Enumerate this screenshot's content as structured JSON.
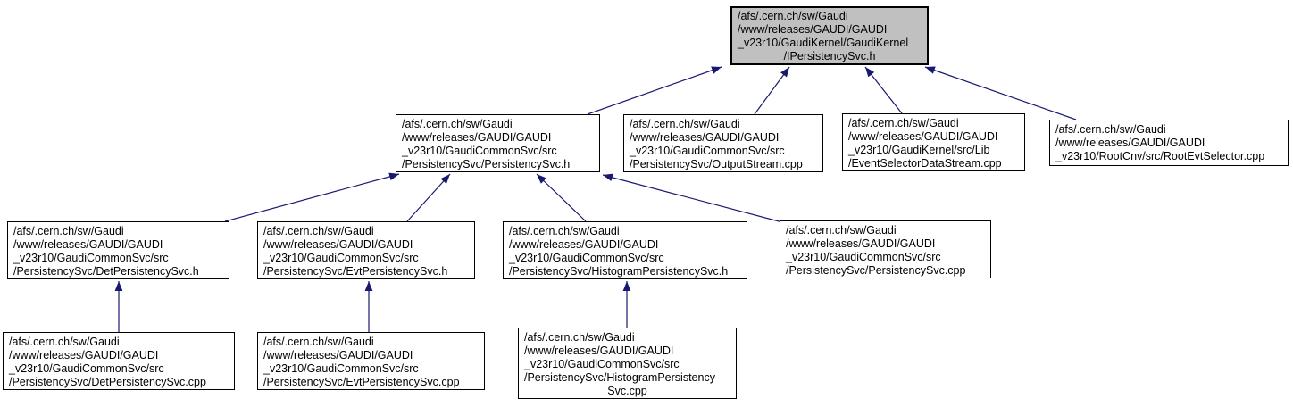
{
  "colors": {
    "edge": "#191970",
    "node_border": "#000000",
    "node_fill": "#ffffff",
    "root_fill": "#c0c0c0",
    "background": "#ffffff"
  },
  "nodes": [
    {
      "id": "ipersistencysvc-h",
      "lines": [
        "/afs/.cern.ch/sw/Gaudi",
        "/www/releases/GAUDI/GAUDI",
        "_v23r10/GaudiKernel/GaudiKernel",
        "/IPersistencySvc.h"
      ]
    },
    {
      "id": "persistencysvc-h",
      "lines": [
        "/afs/.cern.ch/sw/Gaudi",
        "/www/releases/GAUDI/GAUDI",
        "_v23r10/GaudiCommonSvc/src",
        "/PersistencySvc/PersistencySvc.h"
      ]
    },
    {
      "id": "outputstream-cpp",
      "lines": [
        "/afs/.cern.ch/sw/Gaudi",
        "/www/releases/GAUDI/GAUDI",
        "_v23r10/GaudiCommonSvc/src",
        "/PersistencySvc/OutputStream.cpp"
      ]
    },
    {
      "id": "eventselectordatastream-cpp",
      "lines": [
        "/afs/.cern.ch/sw/Gaudi",
        "/www/releases/GAUDI/GAUDI",
        "_v23r10/GaudiKernel/src/Lib",
        "/EventSelectorDataStream.cpp"
      ]
    },
    {
      "id": "rootevtselector-cpp",
      "lines": [
        "/afs/.cern.ch/sw/Gaudi",
        "/www/releases/GAUDI/GAUDI",
        "_v23r10/RootCnv/src/RootEvtSelector.cpp"
      ]
    },
    {
      "id": "detpersistencysvc-h",
      "lines": [
        "/afs/.cern.ch/sw/Gaudi",
        "/www/releases/GAUDI/GAUDI",
        "_v23r10/GaudiCommonSvc/src",
        "/PersistencySvc/DetPersistencySvc.h"
      ]
    },
    {
      "id": "evtpersistencysvc-h",
      "lines": [
        "/afs/.cern.ch/sw/Gaudi",
        "/www/releases/GAUDI/GAUDI",
        "_v23r10/GaudiCommonSvc/src",
        "/PersistencySvc/EvtPersistencySvc.h"
      ]
    },
    {
      "id": "histogrampersistencysvc-h",
      "lines": [
        "/afs/.cern.ch/sw/Gaudi",
        "/www/releases/GAUDI/GAUDI",
        "_v23r10/GaudiCommonSvc/src",
        "/PersistencySvc/HistogramPersistencySvc.h"
      ]
    },
    {
      "id": "persistencysvc-cpp",
      "lines": [
        "/afs/.cern.ch/sw/Gaudi",
        "/www/releases/GAUDI/GAUDI",
        "_v23r10/GaudiCommonSvc/src",
        "/PersistencySvc/PersistencySvc.cpp"
      ]
    },
    {
      "id": "detpersistencysvc-cpp",
      "lines": [
        "/afs/.cern.ch/sw/Gaudi",
        "/www/releases/GAUDI/GAUDI",
        "_v23r10/GaudiCommonSvc/src",
        "/PersistencySvc/DetPersistencySvc.cpp"
      ]
    },
    {
      "id": "evtpersistencysvc-cpp",
      "lines": [
        "/afs/.cern.ch/sw/Gaudi",
        "/www/releases/GAUDI/GAUDI",
        "_v23r10/GaudiCommonSvc/src",
        "/PersistencySvc/EvtPersistencySvc.cpp"
      ]
    },
    {
      "id": "histogrampersistencysvc-cpp",
      "lines": [
        "/afs/.cern.ch/sw/Gaudi",
        "/www/releases/GAUDI/GAUDI",
        "_v23r10/GaudiCommonSvc/src",
        "/PersistencySvc/HistogramPersistency",
        "Svc.cpp"
      ]
    }
  ],
  "edges": [
    {
      "from": "persistencysvc-h",
      "to": "ipersistencysvc-h"
    },
    {
      "from": "outputstream-cpp",
      "to": "ipersistencysvc-h"
    },
    {
      "from": "eventselectordatastream-cpp",
      "to": "ipersistencysvc-h"
    },
    {
      "from": "rootevtselector-cpp",
      "to": "ipersistencysvc-h"
    },
    {
      "from": "detpersistencysvc-h",
      "to": "persistencysvc-h"
    },
    {
      "from": "evtpersistencysvc-h",
      "to": "persistencysvc-h"
    },
    {
      "from": "histogrampersistencysvc-h",
      "to": "persistencysvc-h"
    },
    {
      "from": "persistencysvc-cpp",
      "to": "persistencysvc-h"
    },
    {
      "from": "detpersistencysvc-cpp",
      "to": "detpersistencysvc-h"
    },
    {
      "from": "evtpersistencysvc-cpp",
      "to": "evtpersistencysvc-h"
    },
    {
      "from": "histogrampersistencysvc-cpp",
      "to": "histogrampersistencysvc-h"
    }
  ]
}
